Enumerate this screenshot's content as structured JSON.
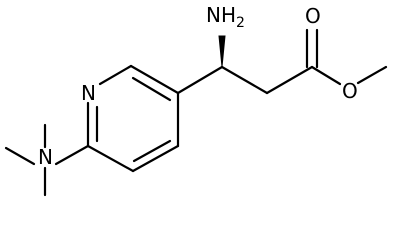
{
  "molecule": {
    "atoms": {
      "amine": {
        "symbol": "N",
        "hydrogens": "H",
        "count": "2"
      },
      "pyridine_n": {
        "symbol": "N"
      },
      "dimethylamino_n": {
        "symbol": "N"
      },
      "carbonyl_o": {
        "symbol": "O"
      },
      "ester_o": {
        "symbol": "O"
      }
    }
  }
}
